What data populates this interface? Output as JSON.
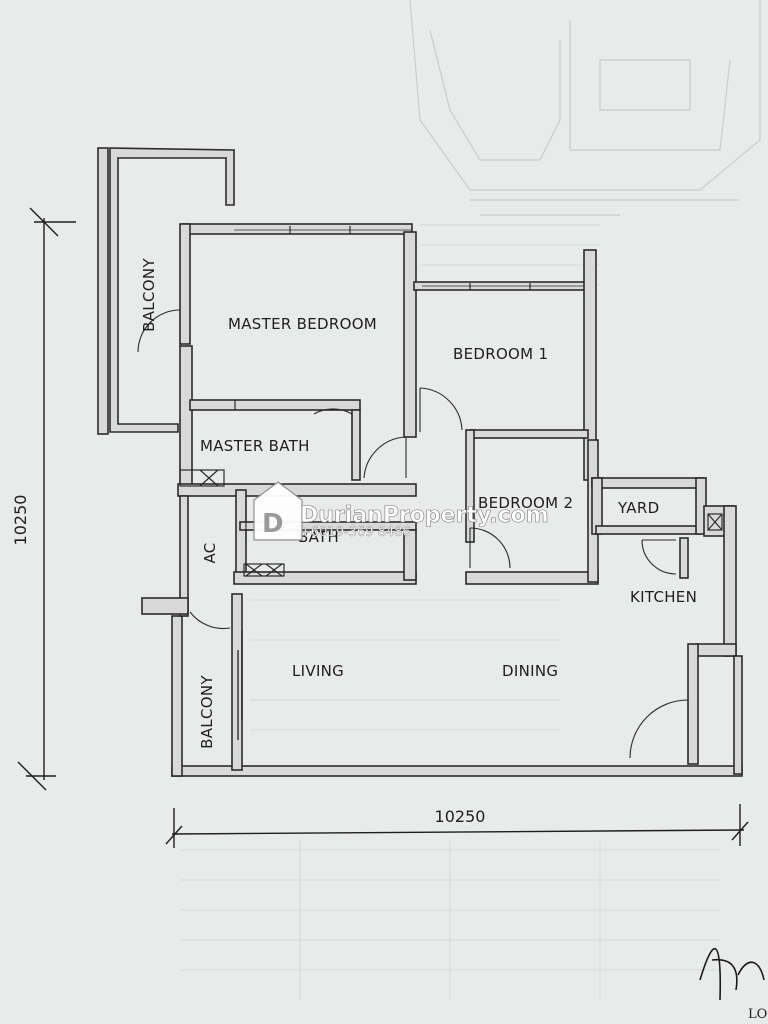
{
  "rooms": {
    "master_bedroom": "MASTER BEDROOM",
    "bedroom_1": "BEDROOM  1",
    "bedroom_2": "BEDROOM 2",
    "master_bath": "MASTER BATH",
    "bath": "BATH",
    "yard": "YARD",
    "kitchen": "KITCHEN",
    "living": "LIVING",
    "dining": "DINING",
    "balcony_top": "BALCONY",
    "balcony_bottom": "BALCONY",
    "ac": "AC"
  },
  "dimensions": {
    "vertical": "10250",
    "horizontal": "10250"
  },
  "watermark": {
    "brand": "DurianProperty.com",
    "phone": "+6019-369 8486"
  },
  "corner_text": "LO",
  "colors": {
    "paper": "#e9eaea",
    "wall": "#2b2b2b",
    "wall_fill": "#d9d9d9"
  }
}
